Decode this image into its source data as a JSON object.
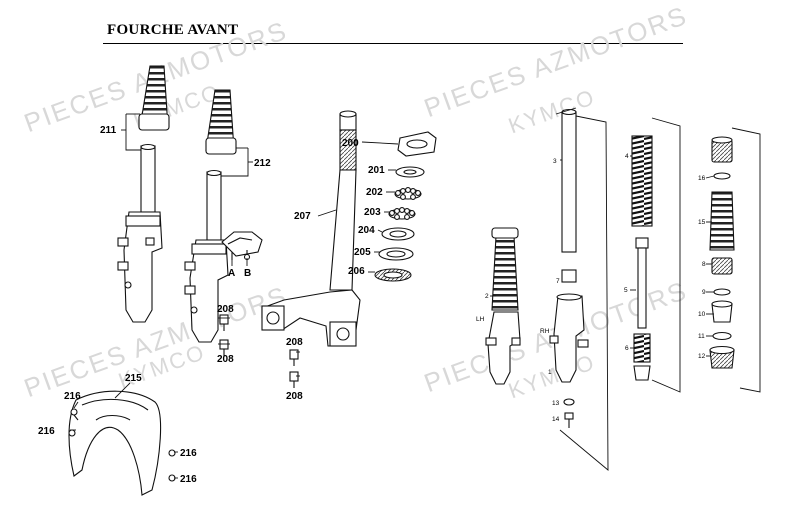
{
  "header": {
    "title": "FOURCHE AVANT"
  },
  "watermarks": [
    {
      "text": "PIECES AZMOTORS"
    },
    {
      "text": "KYMCO"
    },
    {
      "text": "PIECES AZMOTORS"
    },
    {
      "text": "KYMCO"
    },
    {
      "text": "PIECES AZMOTORS"
    },
    {
      "text": "KYMCO"
    },
    {
      "text": "PIECES AZMOTORS"
    },
    {
      "text": "KYMCO"
    }
  ],
  "parts": {
    "p211": "211",
    "p212": "212",
    "pA": "A",
    "pB": "B",
    "p208a": "208",
    "p208b": "208",
    "p208c": "208",
    "p208d": "208",
    "p207": "207",
    "p200": "200",
    "p201": "201",
    "p202": "202",
    "p203": "203",
    "p204": "204",
    "p205": "205",
    "p206": "206",
    "p215": "215",
    "p216a": "216",
    "p216b": "216",
    "p216c": "216",
    "p216d": "216",
    "n3": "3",
    "n2": "2",
    "nLH": "LH",
    "n7": "7",
    "nRH": "RH",
    "n1": "1",
    "n13": "13",
    "n14": "14",
    "n4": "4",
    "n5": "5",
    "n6": "6",
    "n16": "16",
    "n15": "15",
    "n8": "8",
    "n9": "9",
    "n10": "10",
    "n11": "11",
    "n12": "12"
  }
}
